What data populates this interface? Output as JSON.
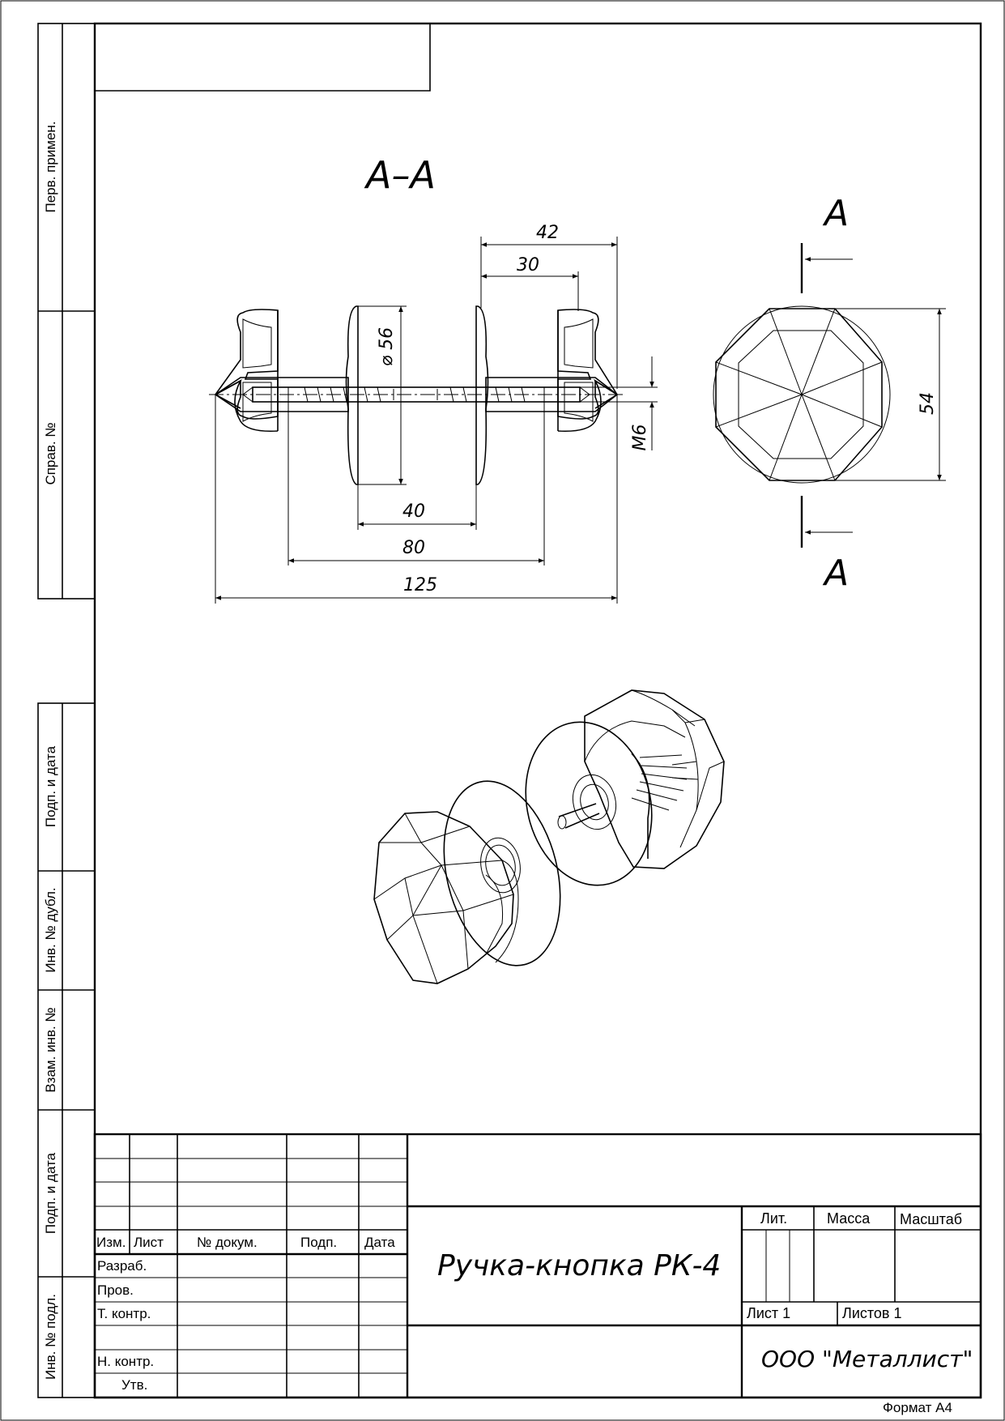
{
  "section_label": "А–А",
  "cut_marker_letter": "А",
  "dimensions": {
    "d42": "42",
    "d30": "30",
    "d56": "⌀ 56",
    "dM6": "М6",
    "d40": "40",
    "d80": "80",
    "d125": "125",
    "d54": "54"
  },
  "side_stamp": {
    "perv_primen": "Перв. примен.",
    "sprav_no": "Справ. №",
    "podp_data_1": "Подп. и дата",
    "inv_dubl": "Инв. № дубл.",
    "vzam_inv": "Взам. инв. №",
    "podp_data_2": "Подп. и дата",
    "inv_podl": "Инв. № подл."
  },
  "title_block": {
    "headers": {
      "izm": "Изм.",
      "list": "Лист",
      "n_dokum": "№ докум.",
      "podp": "Подп.",
      "data": "Дата"
    },
    "roles": {
      "razrab": "Разраб.",
      "prov": "Пров.",
      "t_kontr": "Т. контр.",
      "n_kontr": "Н. контр.",
      "utv": "Утв."
    },
    "designation": "Ручка-кнопка РК-4",
    "lit": "Лит.",
    "massa": "Масса",
    "masshtab": "Масштаб",
    "sheet": "Лист 1",
    "sheets": "Листов 1",
    "company": "ООО \"Металлист\""
  },
  "format": "Формат А4"
}
